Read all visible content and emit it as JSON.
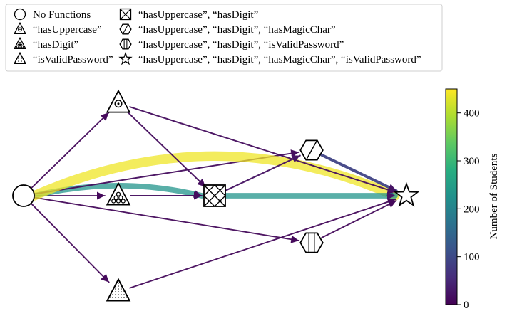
{
  "legend": {
    "entries": [
      {
        "key": "none",
        "label": "No Functions"
      },
      {
        "key": "upper",
        "label": "“hasUppercase”"
      },
      {
        "key": "digit",
        "label": "“hasDigit”"
      },
      {
        "key": "valid",
        "label": "“isValidPassword”"
      },
      {
        "key": "ud",
        "label": "“hasUppercase”, “hasDigit”"
      },
      {
        "key": "udm",
        "label": "“hasUppercase”, “hasDigit”, “hasMagicChar”"
      },
      {
        "key": "udv",
        "label": "“hasUppercase”, “hasDigit”, “isValidPassword”"
      },
      {
        "key": "all",
        "label": "“hasUppercase”, “hasDigit”, “hasMagicChar”, “isValidPassword”"
      }
    ]
  },
  "colorbar": {
    "label": "Number of Students",
    "min": 0,
    "max": 450,
    "ticks": [
      0,
      100,
      200,
      300,
      400
    ]
  },
  "graph": {
    "nodes": [
      "none",
      "upper",
      "digit",
      "valid",
      "ud",
      "udm",
      "udv",
      "all"
    ],
    "edges": [
      {
        "from": "none",
        "to": "upper",
        "students": 10
      },
      {
        "from": "none",
        "to": "digit",
        "students": 10
      },
      {
        "from": "none",
        "to": "valid",
        "students": 10
      },
      {
        "from": "none",
        "to": "ud",
        "students": 230
      },
      {
        "from": "none",
        "to": "udm",
        "students": 15
      },
      {
        "from": "none",
        "to": "udv",
        "students": 10
      },
      {
        "from": "none",
        "to": "all",
        "students": 440
      },
      {
        "from": "upper",
        "to": "ud",
        "students": 15
      },
      {
        "from": "upper",
        "to": "all",
        "students": 15
      },
      {
        "from": "digit",
        "to": "ud",
        "students": 15
      },
      {
        "from": "valid",
        "to": "all",
        "students": 10
      },
      {
        "from": "ud",
        "to": "udm",
        "students": 20
      },
      {
        "from": "ud",
        "to": "all",
        "students": 230
      },
      {
        "from": "udm",
        "to": "all",
        "students": 90
      },
      {
        "from": "udv",
        "to": "all",
        "students": 10
      }
    ]
  }
}
